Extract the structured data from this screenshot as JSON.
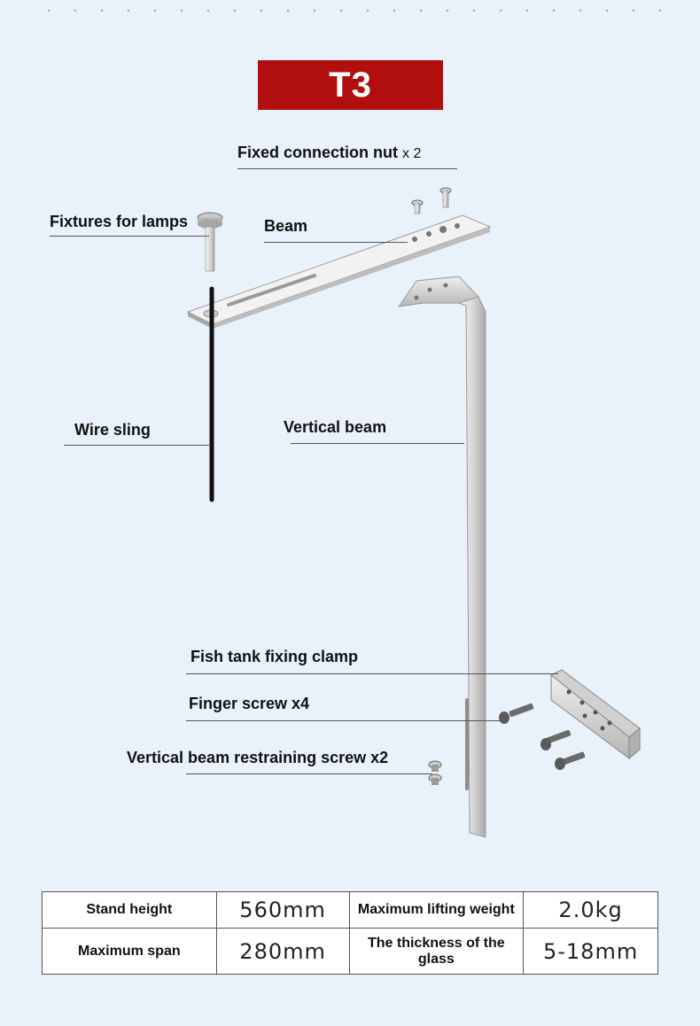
{
  "title": "T3",
  "labels": {
    "nut": "Fixed connection nut",
    "nut_qty": "x 2",
    "lamps": "Fixtures for lamps",
    "beam": "Beam",
    "sling": "Wire sling",
    "vbeam": "Vertical beam",
    "clamp": "Fish tank fixing clamp",
    "finger": "Finger screw x4",
    "restrain": "Vertical beam restraining screw x2"
  },
  "specs": [
    {
      "k1": "Stand height",
      "v1": "560mm",
      "k2": "Maximum lifting weight",
      "v2": "2.0kg"
    },
    {
      "k1": "Maximum span",
      "v1": "280mm",
      "k2": "The thickness of the glass",
      "v2": "5-18mm"
    }
  ]
}
